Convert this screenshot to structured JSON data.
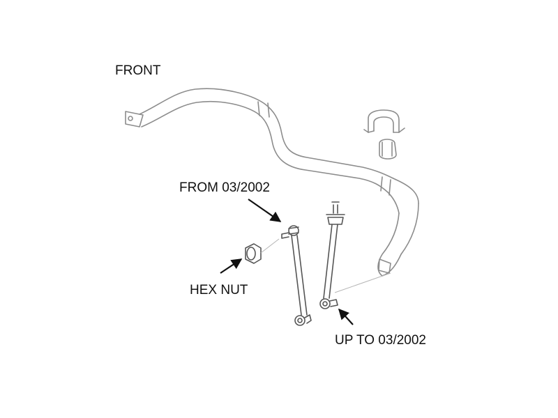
{
  "labels": {
    "front": "FRONT",
    "from_date": "FROM 03/2002",
    "hex_nut": "HEX NUT",
    "up_to_date": "UP TO 03/2002"
  },
  "colors": {
    "line_art": "#8c8c8c",
    "dark_parts": "#555555",
    "arrow": "#111111",
    "text": "#111111",
    "background": "#ffffff"
  }
}
